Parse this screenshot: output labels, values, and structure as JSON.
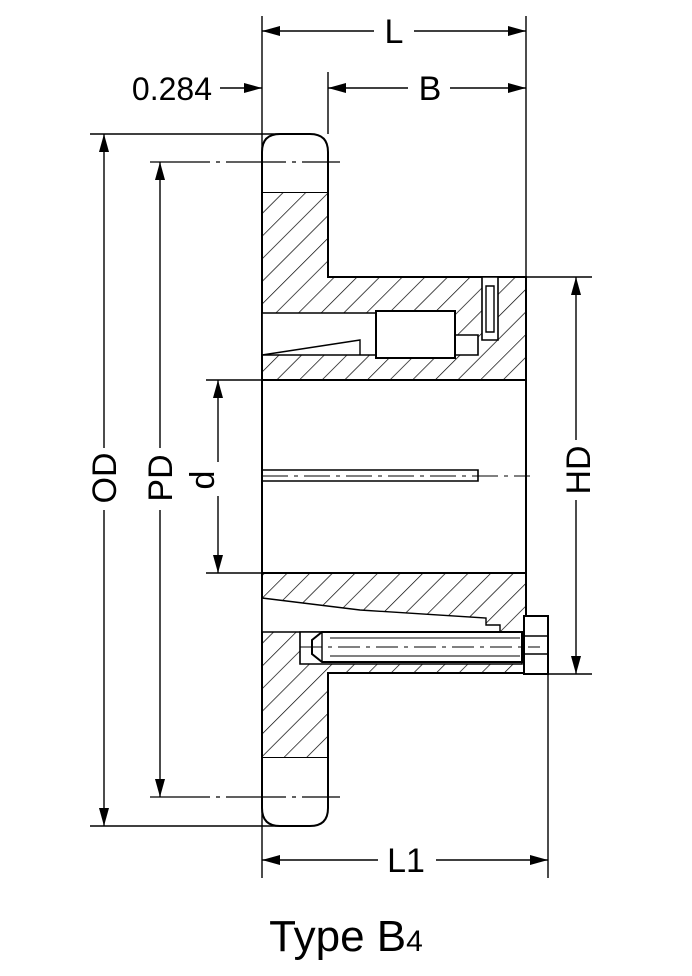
{
  "labels": {
    "L": "L",
    "B": "B",
    "offset": "0.284",
    "OD": "OD",
    "PD": "PD",
    "d": "d",
    "HD": "HD",
    "L1": "L1"
  },
  "caption": {
    "main": "Type B",
    "sub": "4"
  }
}
